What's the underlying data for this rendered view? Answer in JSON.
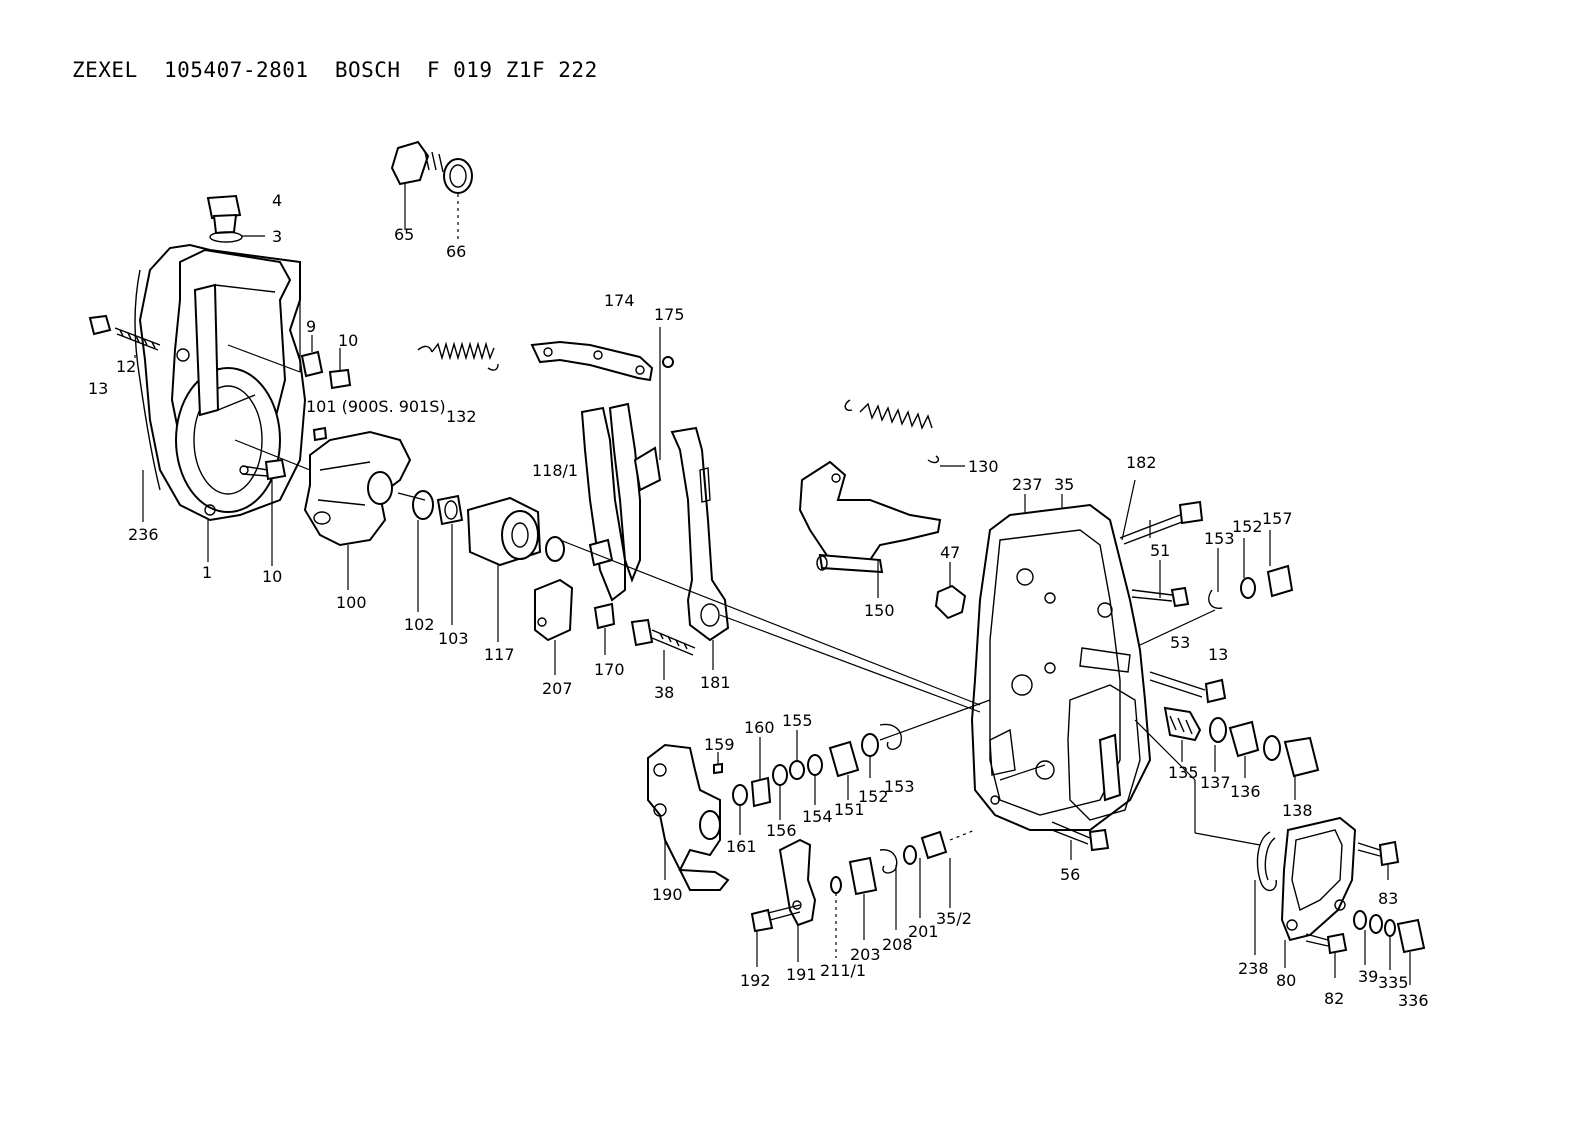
{
  "title": "ZEXEL  105407-2801  BOSCH  F 019 Z1F 222",
  "labels": [
    {
      "id": "4",
      "text": "4"
    },
    {
      "id": "3",
      "text": "3"
    },
    {
      "id": "65",
      "text": "65"
    },
    {
      "id": "66",
      "text": "66"
    },
    {
      "id": "9",
      "text": "9"
    },
    {
      "id": "10a",
      "text": "10"
    },
    {
      "id": "13a",
      "text": "13"
    },
    {
      "id": "12",
      "text": "12"
    },
    {
      "id": "101",
      "text": "101 (900S. 901S)"
    },
    {
      "id": "132",
      "text": "132"
    },
    {
      "id": "174",
      "text": "174"
    },
    {
      "id": "175",
      "text": "175"
    },
    {
      "id": "118",
      "text": "118/1"
    },
    {
      "id": "130",
      "text": "130"
    },
    {
      "id": "237",
      "text": "237"
    },
    {
      "id": "35",
      "text": "35"
    },
    {
      "id": "182",
      "text": "182"
    },
    {
      "id": "236",
      "text": "236"
    },
    {
      "id": "1",
      "text": "1"
    },
    {
      "id": "10b",
      "text": "10"
    },
    {
      "id": "100",
      "text": "100"
    },
    {
      "id": "102",
      "text": "102"
    },
    {
      "id": "103",
      "text": "103"
    },
    {
      "id": "117",
      "text": "117"
    },
    {
      "id": "207",
      "text": "207"
    },
    {
      "id": "170",
      "text": "170"
    },
    {
      "id": "38",
      "text": "38"
    },
    {
      "id": "181",
      "text": "181"
    },
    {
      "id": "150",
      "text": "150"
    },
    {
      "id": "47",
      "text": "47"
    },
    {
      "id": "51",
      "text": "51"
    },
    {
      "id": "153a",
      "text": "153"
    },
    {
      "id": "152a",
      "text": "152"
    },
    {
      "id": "157",
      "text": "157"
    },
    {
      "id": "53",
      "text": "53"
    },
    {
      "id": "13b",
      "text": "13"
    },
    {
      "id": "159",
      "text": "159"
    },
    {
      "id": "160",
      "text": "160"
    },
    {
      "id": "155",
      "text": "155"
    },
    {
      "id": "161",
      "text": "161"
    },
    {
      "id": "156",
      "text": "156"
    },
    {
      "id": "154",
      "text": "154"
    },
    {
      "id": "151",
      "text": "151"
    },
    {
      "id": "152b",
      "text": "152"
    },
    {
      "id": "153b",
      "text": "153"
    },
    {
      "id": "135",
      "text": "135"
    },
    {
      "id": "137",
      "text": "137"
    },
    {
      "id": "136",
      "text": "136"
    },
    {
      "id": "138",
      "text": "138"
    },
    {
      "id": "190",
      "text": "190"
    },
    {
      "id": "56",
      "text": "56"
    },
    {
      "id": "192",
      "text": "192"
    },
    {
      "id": "191",
      "text": "191"
    },
    {
      "id": "211",
      "text": "211/1"
    },
    {
      "id": "203",
      "text": "203"
    },
    {
      "id": "208",
      "text": "208"
    },
    {
      "id": "201",
      "text": "201"
    },
    {
      "id": "352",
      "text": "35/2"
    },
    {
      "id": "83",
      "text": "83"
    },
    {
      "id": "238",
      "text": "238"
    },
    {
      "id": "80",
      "text": "80"
    },
    {
      "id": "82",
      "text": "82"
    },
    {
      "id": "39",
      "text": "39"
    },
    {
      "id": "335",
      "text": "335"
    },
    {
      "id": "336",
      "text": "336"
    }
  ]
}
